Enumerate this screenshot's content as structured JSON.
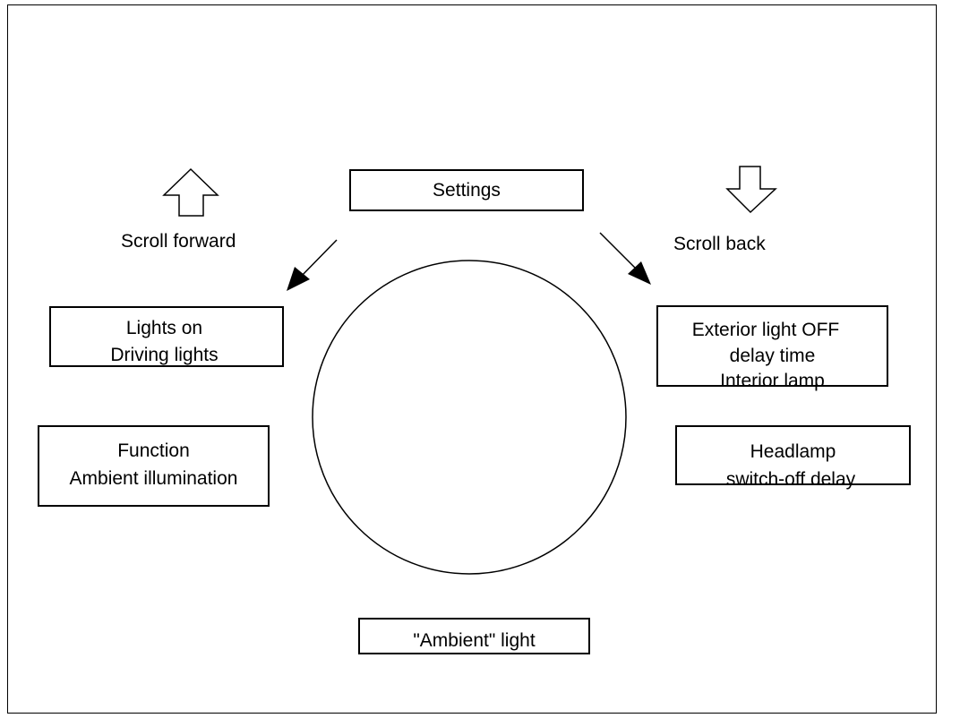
{
  "diagram": {
    "top_box": "Settings",
    "scroll_forward": "Scroll forward",
    "scroll_back": "Scroll back",
    "left_upper": {
      "line1": "Lights on",
      "line2": "Driving lights"
    },
    "left_lower": {
      "line1": "Function",
      "line2": "Ambient illumination"
    },
    "right_upper": {
      "line1": "Exterior light OFF",
      "line2": "delay time",
      "line3": "Interior lamp"
    },
    "right_lower": {
      "line1": "Headlamp",
      "line2": "switch-off delay"
    },
    "bottom_box": "\"Ambient\" light",
    "icons": {
      "up": "arrow-up-outline-icon",
      "down": "arrow-down-outline-icon"
    }
  }
}
